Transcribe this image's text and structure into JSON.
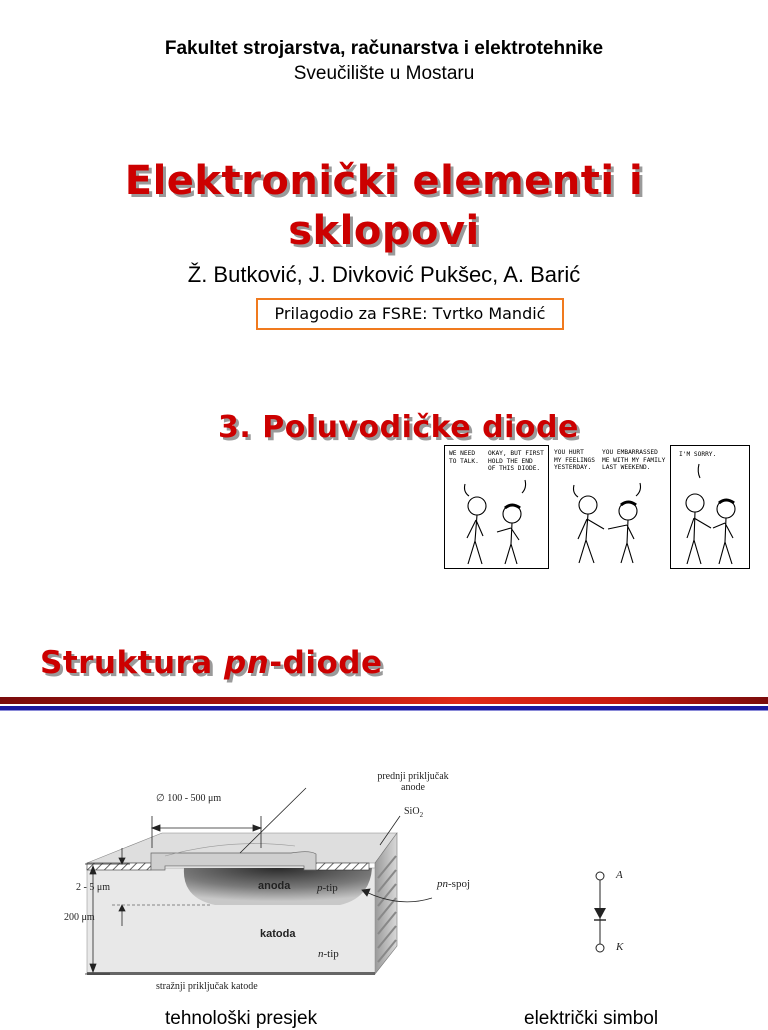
{
  "slide1": {
    "faculty": "Fakultet strojarstva, računarstva i elektrotehnike",
    "university": "Sveučilište u Mostaru",
    "title_line1": "Elektronički elementi i",
    "title_line2": "sklopovi",
    "authors": "Ž. Butković, J. Divković Pukšec, A. Barić",
    "adapted_by": "Prilagodio za FSRE: Tvrtko Mandić",
    "chapter": "3. Poluvodičke diode",
    "comic": {
      "panels": [
        {
          "left_speech": "WE NEED\nTO TALK.",
          "right_speech": "OKAY, BUT FIRST\nHOLD THE END\nOF THIS DIODE."
        },
        {
          "left_speech": "YOU HURT\nMY FEELINGS\nYESTERDAY.",
          "right_speech": "YOU EMBARRASSED\nME WITH MY FAMILY\nLAST WEEKEND."
        },
        {
          "left_speech": "I'M SORRY.",
          "right_speech": ""
        }
      ]
    },
    "colors": {
      "title_red": "#cc0000",
      "box_orange": "#f07a1e"
    }
  },
  "slide2": {
    "title_prefix": "Struktura ",
    "title_italic": "pn",
    "title_suffix": "-diode",
    "figure": {
      "diameter": "∅ 100 - 500 μm",
      "front_contact_line1": "prednji priključak",
      "front_contact_line2": "anode",
      "oxide": "SiO",
      "oxide_sub": "2",
      "depth": "2 - 5 μm",
      "thickness": "200 μm",
      "anode": "anoda",
      "p_type_italic": "p",
      "p_type_suffix": "-tip",
      "junction_italic": "pn",
      "junction_suffix": "-spoj",
      "cathode": "katoda",
      "n_type_italic": "n",
      "n_type_suffix": "-tip",
      "back_contact": "stražnji priključak katode"
    },
    "symbol": {
      "anode_label": "A",
      "cathode_label": "K"
    },
    "caption_left": "tehnološki presjek",
    "caption_right": "električki simbol",
    "colors": {
      "rule_red": "#c81a10",
      "rule_blue": "#1a1aa0"
    }
  }
}
